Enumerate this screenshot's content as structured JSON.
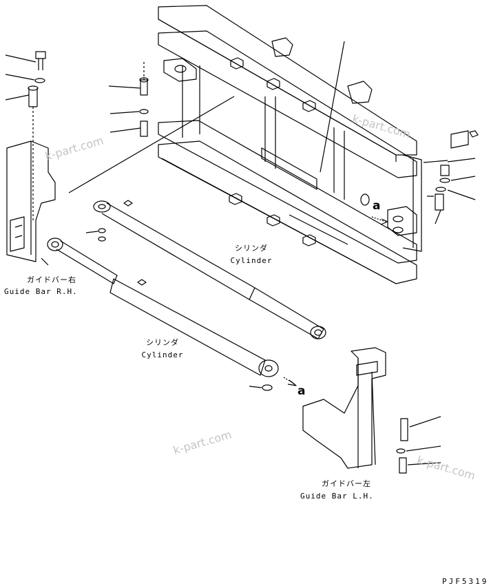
{
  "labels": {
    "cylinder_upper_jp": "シリンダ",
    "cylinder_upper_en": "Cylinder",
    "cylinder_lower_jp": "シリンダ",
    "cylinder_lower_en": "Cylinder",
    "guide_rh_jp": "ガイドバー右",
    "guide_rh_en": "Guide Bar R.H.",
    "guide_lh_jp": "ガイドバー左",
    "guide_lh_en": "Guide Bar L.H.",
    "mark_a_upper": "a",
    "mark_a_lower": "a",
    "drawing_code": "PJF5319"
  },
  "watermarks": [
    "k-part.com",
    "k-part.com",
    "k-part.com",
    "k-part.com"
  ]
}
